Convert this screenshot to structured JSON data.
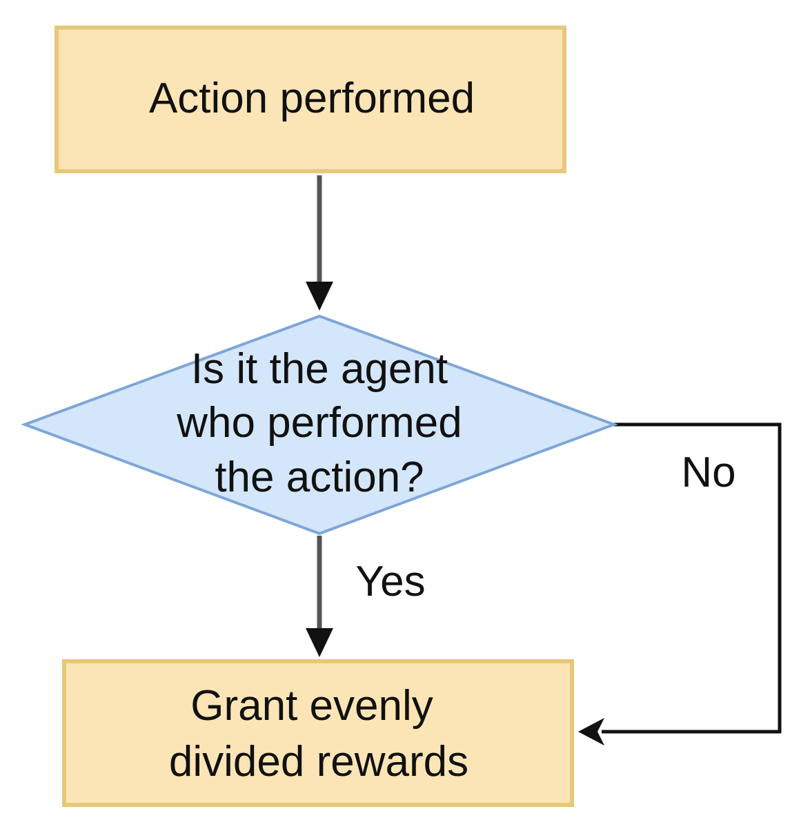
{
  "nodes": {
    "start": {
      "label": "Action performed"
    },
    "decision": {
      "lines": [
        "Is it the agent",
        "who performed",
        "the action?"
      ]
    },
    "grant": {
      "lines": [
        "Grant evenly",
        "divided rewards"
      ]
    }
  },
  "edges": {
    "yes_label": "Yes",
    "no_label": "No"
  },
  "colors": {
    "process_fill": "#fbe5b6",
    "process_stroke": "#e8c77a",
    "decision_fill": "#d4e6fa",
    "decision_stroke": "#7ea6d6",
    "arrow_gray": "#555555",
    "arrow_black": "#111111"
  }
}
